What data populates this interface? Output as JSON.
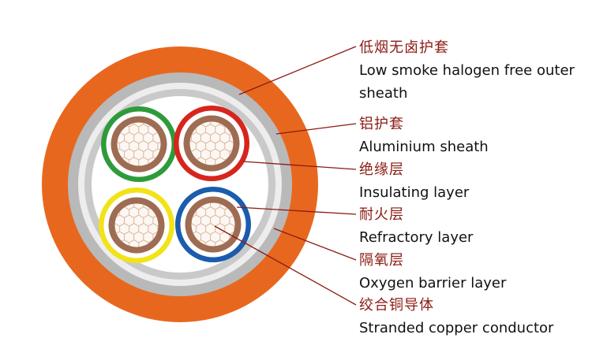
{
  "diagram": {
    "type": "cable-cross-section",
    "description": "Cross-section of a 4-core low smoke halogen free fire-resistant cable with bilingual layer labels",
    "colors": {
      "outer_sheath": "#E8671E",
      "outer_sheath_rim": "#C9500F",
      "aluminium_sheath": "#B9B9B9",
      "sheath_gap": "#EDEDED",
      "oxygen_barrier": "#C9C9C9",
      "inner_background": "#FFFFFF",
      "insulation_green": "#2E9B3A",
      "insulation_red": "#D7251D",
      "insulation_yellow": "#F2E319",
      "insulation_blue": "#1B5CAD",
      "core_gap_white": "#FFFFFF",
      "refractory_brown": "#9E6C52",
      "conductor_fill": "#FCF7F2",
      "strand_mesh": "#D9B49B",
      "leader_line": "#8B1A12",
      "label_zh": "#8B1A12",
      "label_en": "#111111"
    },
    "cores": [
      {
        "position": "top-left",
        "insulation_color": "green"
      },
      {
        "position": "top-right",
        "insulation_color": "red"
      },
      {
        "position": "bottom-left",
        "insulation_color": "yellow"
      },
      {
        "position": "bottom-right",
        "insulation_color": "blue"
      }
    ],
    "labels": [
      {
        "zh": "低烟无卤护套",
        "en": "Low smoke halogen free outer sheath"
      },
      {
        "zh": "铝护套",
        "en": "Aluminium sheath"
      },
      {
        "zh": "绝缘层",
        "en": "Insulating layer"
      },
      {
        "zh": "耐火层",
        "en": "Refractory layer"
      },
      {
        "zh": "隔氧层",
        "en": "Oxygen barrier layer"
      },
      {
        "zh": "绞合铜导体",
        "en": "Stranded copper conductor"
      }
    ]
  }
}
